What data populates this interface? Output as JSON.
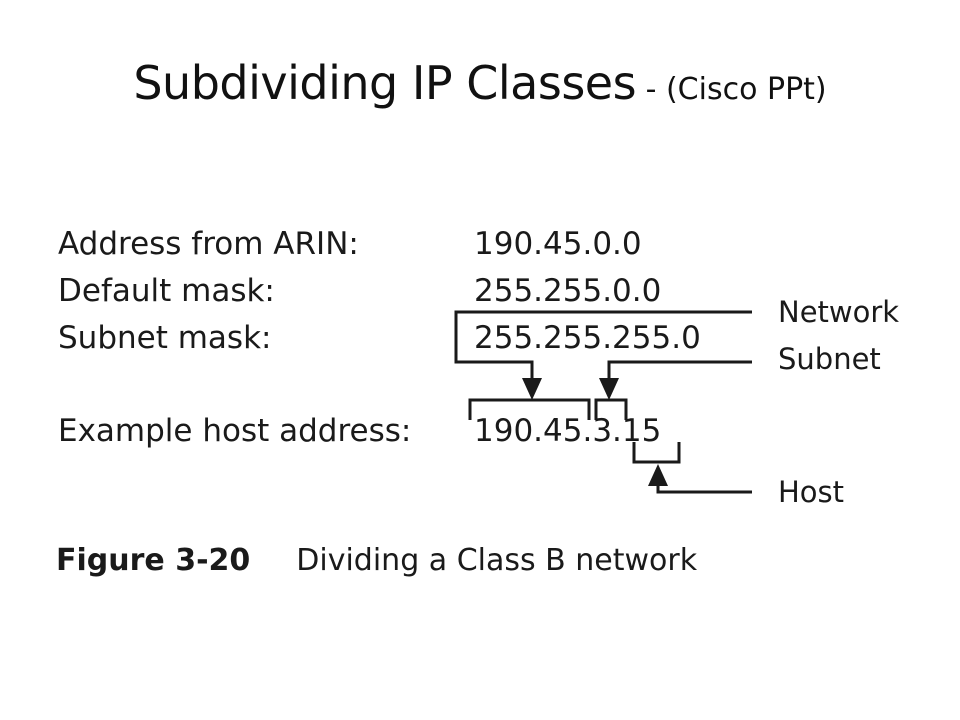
{
  "title": {
    "main": "Subdividing IP Classes",
    "sub": " - (Cisco PPt)"
  },
  "rows": {
    "arin": {
      "label": "Address from ARIN:",
      "value": "190.45.0.0"
    },
    "default_mask": {
      "label": "Default mask:",
      "value": "255.255.0.0"
    },
    "subnet_mask": {
      "label": "Subnet mask:",
      "value": "255.255.255.0"
    },
    "example_host": {
      "label": "Example host address:",
      "value": "190.45.3.15"
    }
  },
  "callouts": {
    "network": "Network",
    "subnet": "Subnet",
    "host": "Host"
  },
  "figure": {
    "number": "Figure 3-20",
    "caption": "Dividing a Class B network"
  },
  "colors": {
    "text": "#1a1a1a",
    "lines": "#1a1a1a",
    "background": "#ffffff"
  }
}
